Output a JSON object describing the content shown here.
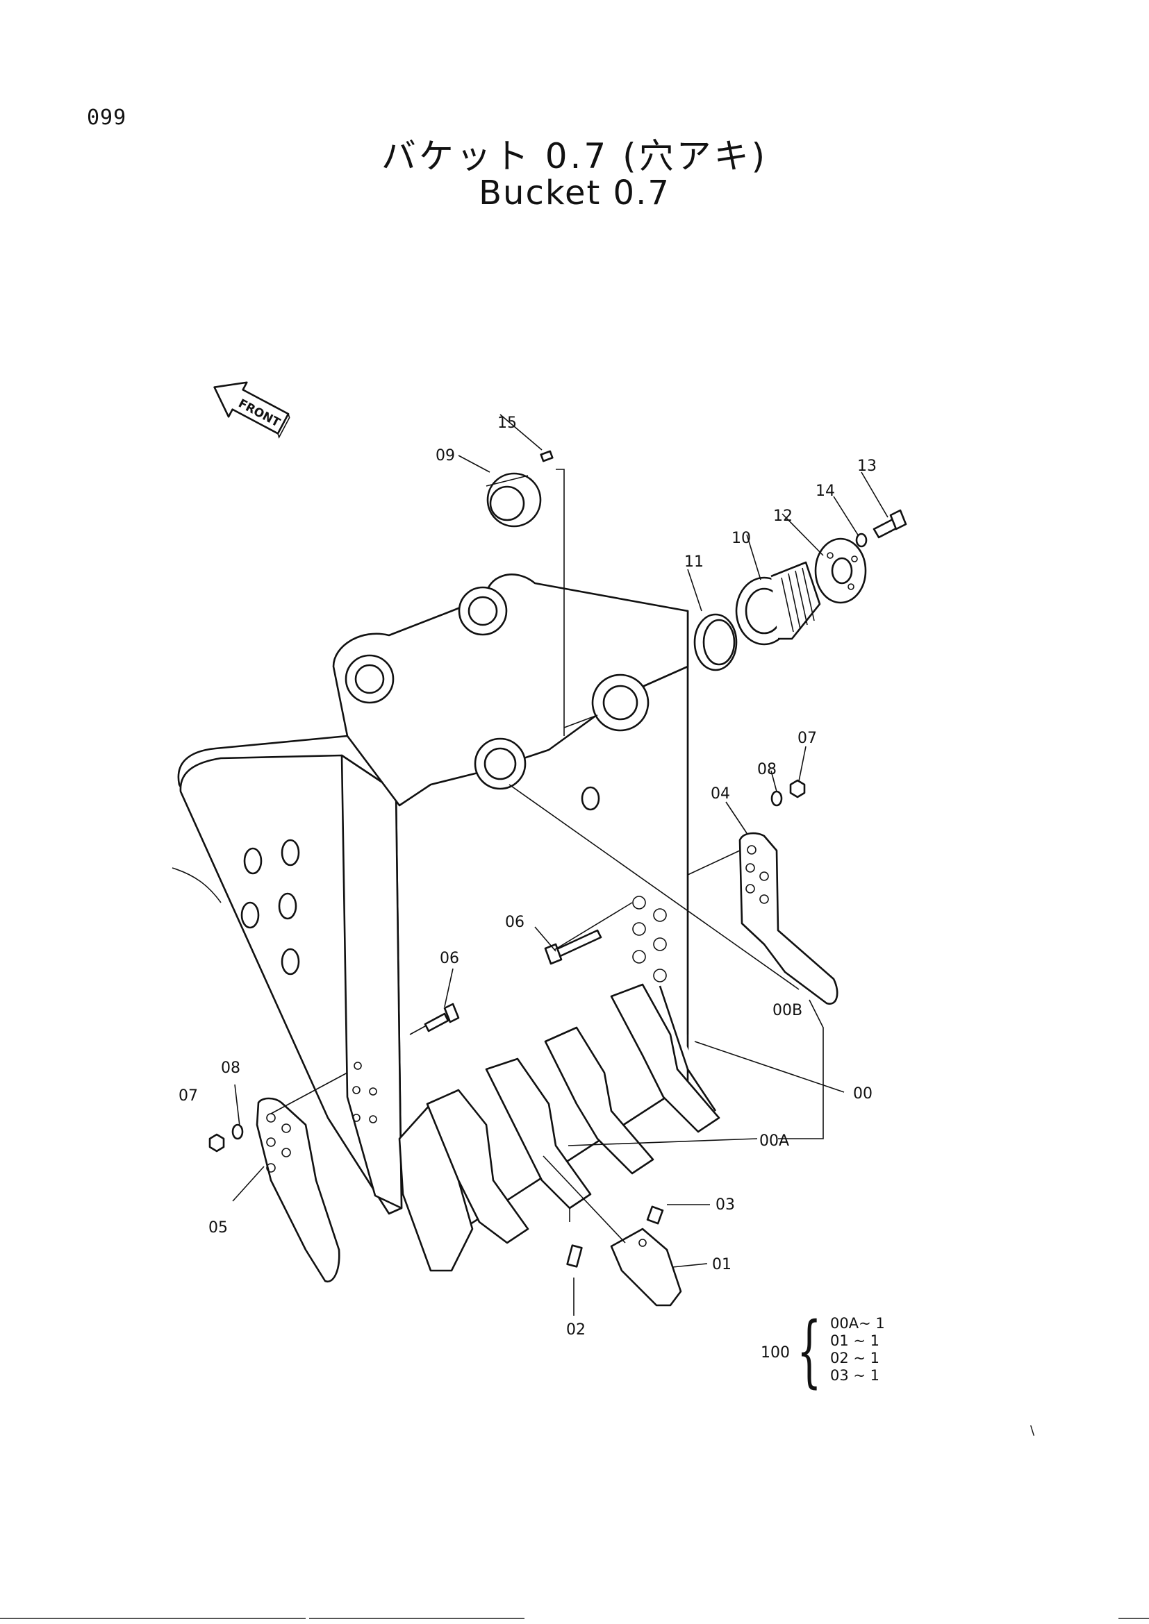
{
  "page_number": "099",
  "title_jp": "バケット 0.7 (穴アキ)",
  "title_en": "Bucket 0.7",
  "front_label": "FRONT",
  "callouts": {
    "p00": "00",
    "p00a": "00A",
    "p00b": "00B",
    "p01": "01",
    "p02": "02",
    "p03": "03",
    "p04": "04",
    "p05": "05",
    "p06a": "06",
    "p06b": "06",
    "p07a": "07",
    "p07b": "07",
    "p08a": "08",
    "p08b": "08",
    "p09": "09",
    "p10": "10",
    "p11": "11",
    "p12": "12",
    "p13": "13",
    "p14": "14",
    "p15": "15"
  },
  "kit": {
    "code": "100",
    "items": [
      "00A~ 1",
      "01 ~ 1",
      "02 ~ 1",
      "03 ~ 1"
    ]
  },
  "misc_mark": "\\",
  "icons": [
    "front-arrow-icon"
  ]
}
